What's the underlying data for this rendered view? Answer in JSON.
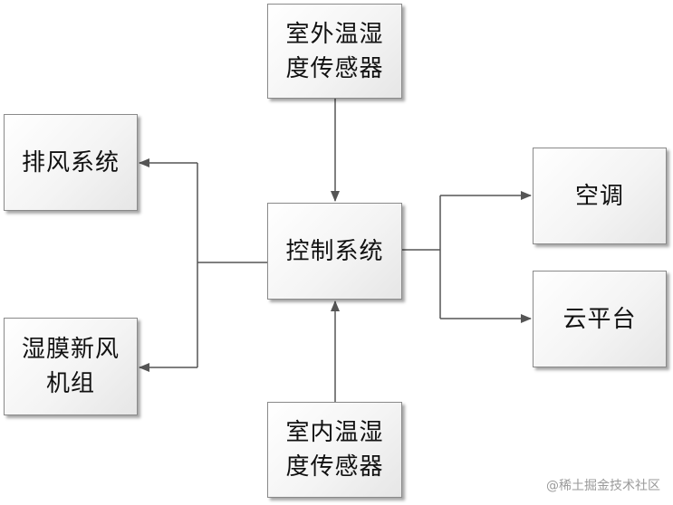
{
  "nodes": {
    "outdoor_sensor": "室外温湿\n度传感器",
    "exhaust": "排风系统",
    "control": "控制系统",
    "air_conditioner": "空调",
    "cloud": "云平台",
    "wet_film_fan": "湿膜新风\n机组",
    "indoor_sensor": "室内温湿\n度传感器"
  },
  "watermark": "@稀土掘金技术社区",
  "colors": {
    "line": "#555555",
    "border": "#8a8a8a",
    "text": "#111111"
  }
}
